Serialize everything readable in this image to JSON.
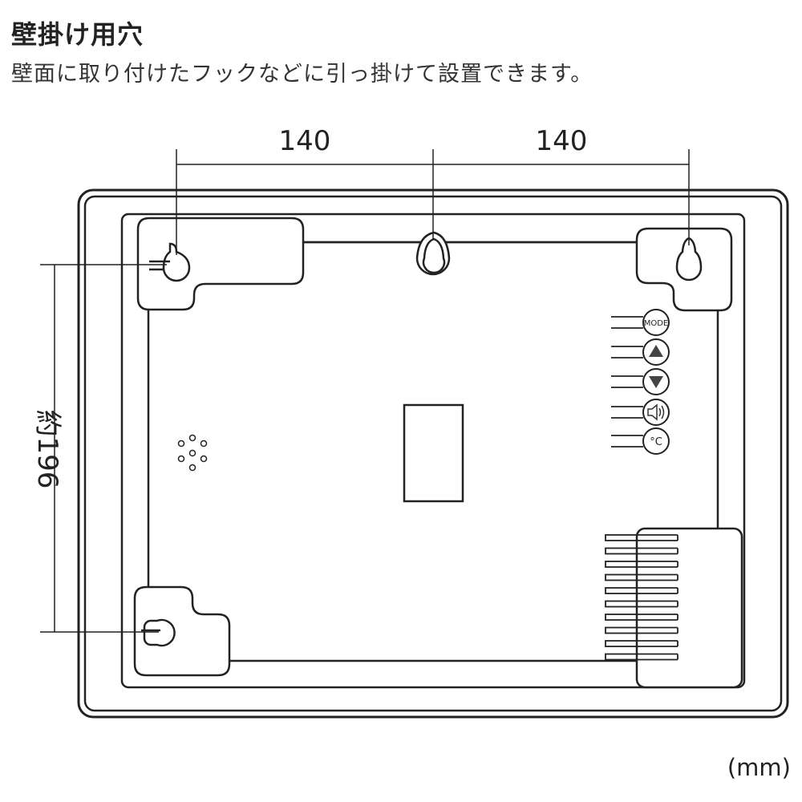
{
  "header": {
    "title": "壁掛け用穴",
    "description": "壁面に取り付けたフックなどに引っ掛けて設置できます。"
  },
  "dimensions": {
    "left_spacing": "140",
    "right_spacing": "140",
    "vertical_spacing": "約196",
    "unit": "(mm)"
  },
  "buttons": {
    "mode": "MODE",
    "celsius": "°C"
  }
}
